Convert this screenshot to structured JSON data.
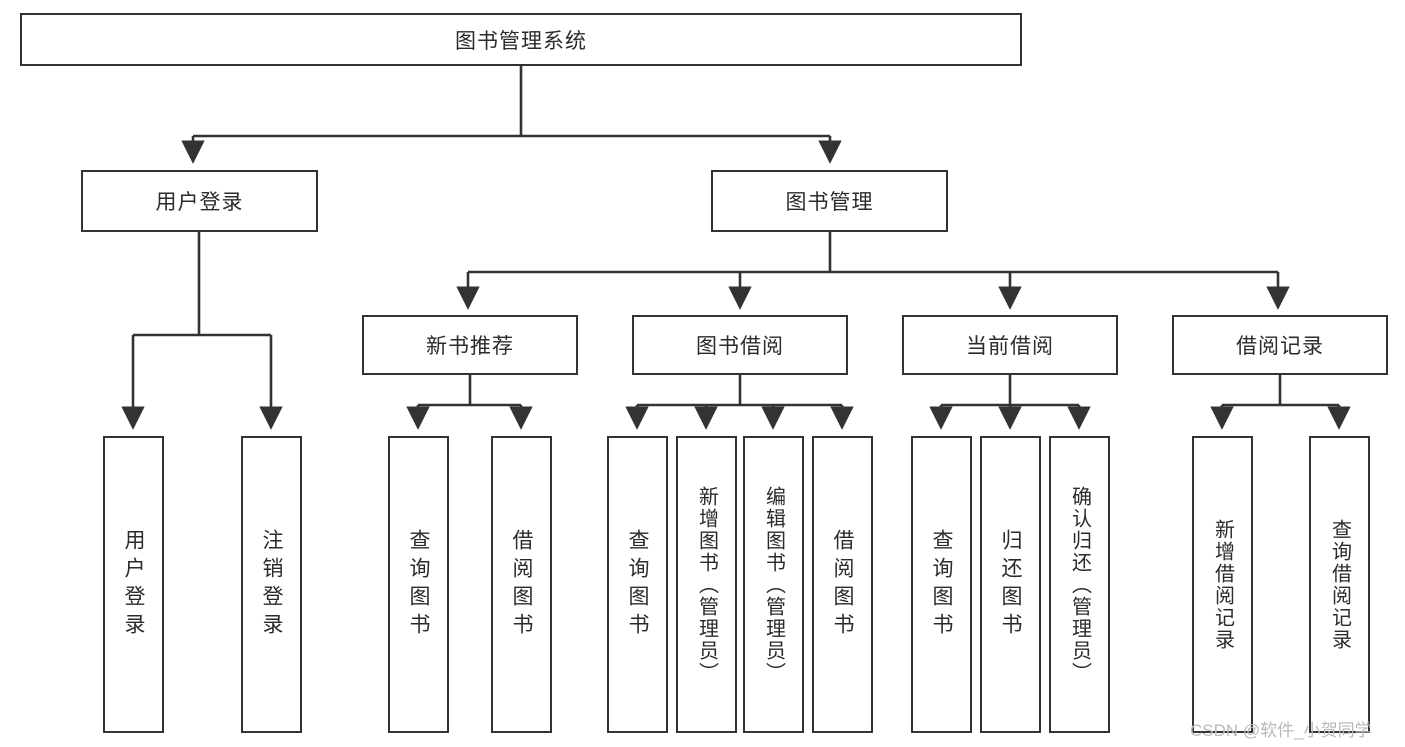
{
  "diagram": {
    "title": "图书管理系统",
    "watermark": "CSDN @软件_小贺同学",
    "line_color": "#333333",
    "box_fill": "#ffffff",
    "text_color": "#2b2b2b",
    "nodes": {
      "root": "图书管理系统",
      "level2": {
        "user_login": "用户登录",
        "book_manage": "图书管理"
      },
      "level3": {
        "new_book_recommend": "新书推荐",
        "book_borrow": "图书借阅",
        "current_borrow": "当前借阅",
        "borrow_record": "借阅记录"
      },
      "leaves": {
        "user_login_1": "用户登录",
        "user_login_2": "注销登录",
        "recommend_1": "查询图书",
        "recommend_2": "借阅图书",
        "borrow_1": "查询图书",
        "borrow_2": "新增图书（管理员）",
        "borrow_3": "编辑图书（管理员）",
        "borrow_4": "借阅图书",
        "current_1": "查询图书",
        "current_2": "归还图书",
        "current_3": "确认归还（管理员）",
        "record_1": "新增借阅记录",
        "record_2": "查询借阅记录"
      }
    }
  }
}
